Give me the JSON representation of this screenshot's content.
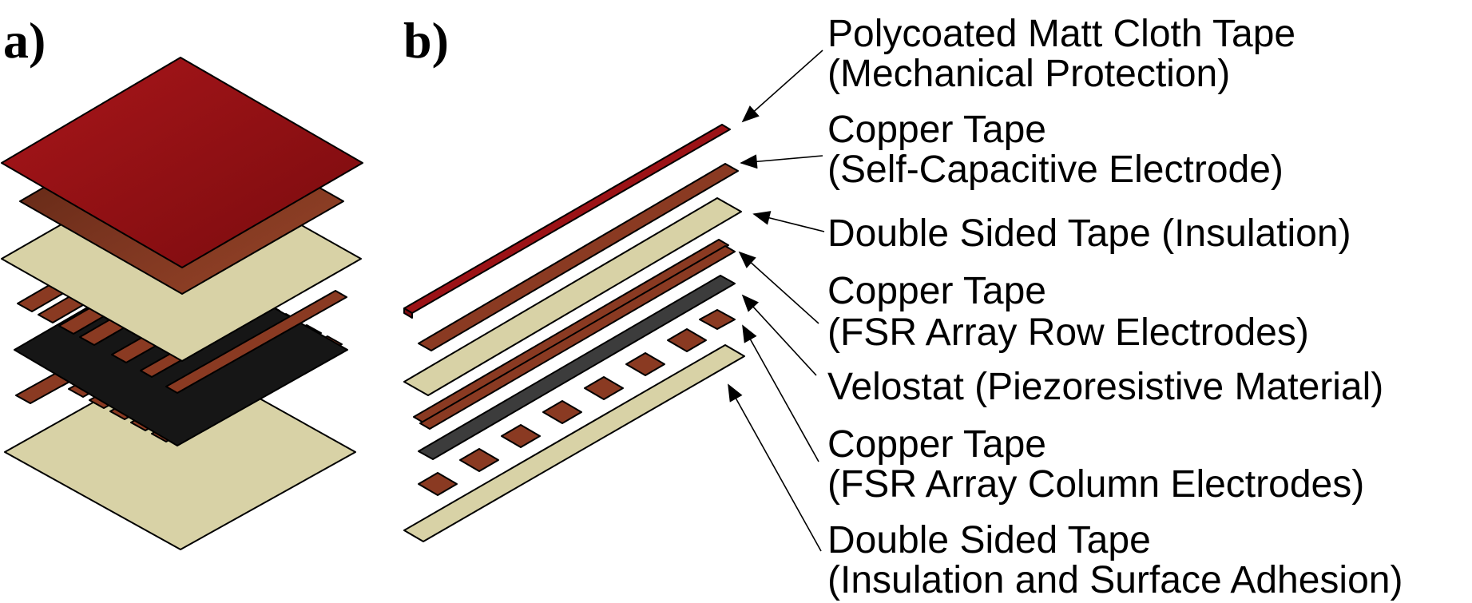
{
  "panels": {
    "a": "a)",
    "b": "b)"
  },
  "colors": {
    "cloth": "#9c1216",
    "cloth_dark": "#7e0c10",
    "copper": "#8a3a22",
    "copper_dark": "#5e2514",
    "tape": "#d8d2a6",
    "velostat": "#161616",
    "velostat_strip": "#3c3c3c"
  },
  "layers": [
    {
      "id": "cloth",
      "line1": "Polycoated Matt Cloth Tape",
      "line2": "(Mechanical Protection)"
    },
    {
      "id": "copper-self",
      "line1": "Copper Tape",
      "line2": "(Self-Capacitive Electrode)"
    },
    {
      "id": "tape-insulation",
      "line1": "Double Sided Tape (Insulation)",
      "line2": ""
    },
    {
      "id": "copper-row",
      "line1": "Copper Tape",
      "line2": "(FSR Array Row Electrodes)"
    },
    {
      "id": "velostat",
      "line1": "Velostat (Piezoresistive Material)",
      "line2": ""
    },
    {
      "id": "copper-col",
      "line1": "Copper Tape",
      "line2": "(FSR Array Column Electrodes)"
    },
    {
      "id": "tape-adhesion",
      "line1": "Double Sided Tape",
      "line2": "(Insulation and Surface Adhesion)"
    }
  ]
}
